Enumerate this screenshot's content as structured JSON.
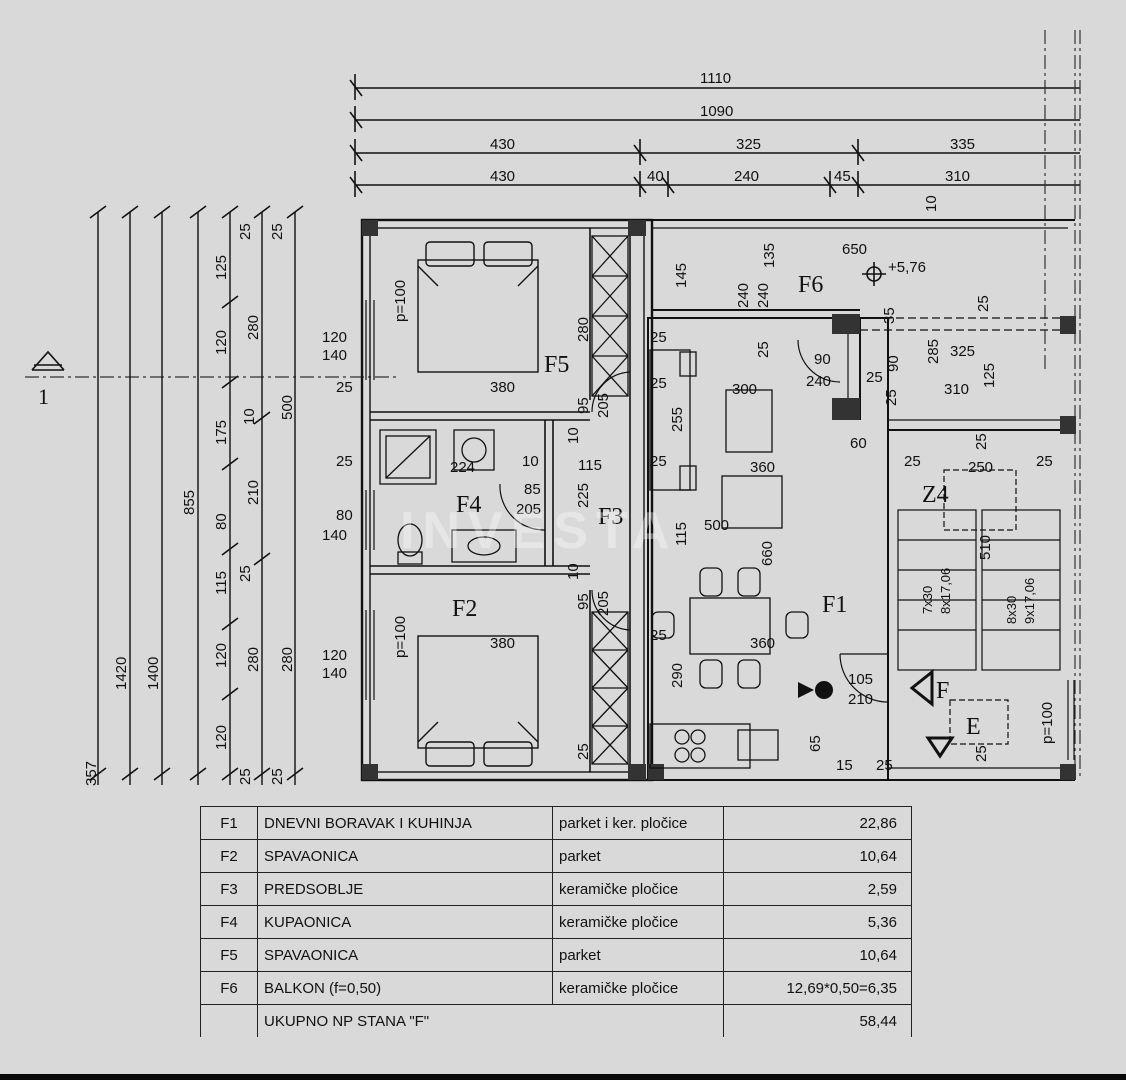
{
  "plan": {
    "rooms": {
      "f1": "F1",
      "f2": "F2",
      "f3": "F3",
      "f4": "F4",
      "f5": "F5",
      "f6": "F6",
      "z4": "Z4",
      "e": "E",
      "f_mark": "F"
    },
    "section_mark": "1",
    "level": "+5,76",
    "dims_top": [
      "1110",
      "1090",
      "430",
      "325",
      "335",
      "430",
      "40",
      "240",
      "45",
      "310"
    ],
    "dims_left": [
      "25",
      "25",
      "125",
      "120",
      "280",
      "500",
      "10",
      "175",
      "210",
      "855",
      "80",
      "25",
      "115",
      "1420",
      "1400",
      "120",
      "280",
      "280",
      "357",
      "120",
      "25",
      "25"
    ],
    "dims_inner": [
      "120",
      "140",
      "25",
      "380",
      "25",
      "80",
      "140",
      "120",
      "140",
      "p=100",
      "p=100",
      "650",
      "145",
      "135",
      "240",
      "240",
      "10",
      "25",
      "380",
      "280",
      "300",
      "255",
      "360",
      "500",
      "660",
      "360",
      "290",
      "225",
      "115",
      "95",
      "205",
      "95",
      "205",
      "85",
      "205",
      "10",
      "10",
      "115",
      "10",
      "224",
      "25",
      "90",
      "240",
      "25",
      "90",
      "35",
      "285",
      "325",
      "310",
      "125",
      "25",
      "25",
      "25",
      "60",
      "25",
      "250",
      "510",
      "25",
      "105",
      "210",
      "25",
      "65",
      "25",
      "25",
      "15",
      "7x30",
      "8x17,06",
      "8x30",
      "9x17,06",
      "p=100",
      "25",
      "25",
      "25"
    ]
  },
  "watermark": "INVESTA",
  "table": {
    "rows": [
      {
        "code": "F1",
        "name": "DNEVNI BORAVAK I KUHINJA",
        "material": "parket i ker. pločice",
        "area": "22,86"
      },
      {
        "code": "F2",
        "name": "SPAVAONICA",
        "material": "parket",
        "area": "10,64"
      },
      {
        "code": "F3",
        "name": "PREDSOBLJE",
        "material": "keramičke pločice",
        "area": "2,59"
      },
      {
        "code": "F4",
        "name": "KUPAONICA",
        "material": "keramičke pločice",
        "area": "5,36"
      },
      {
        "code": "F5",
        "name": "SPAVAONICA",
        "material": "parket",
        "area": "10,64"
      },
      {
        "code": "F6",
        "name": "BALKON (f=0,50)",
        "material": "keramičke pločice",
        "area": "12,69*0,50=6,35"
      }
    ],
    "total": {
      "label": "UKUPNO NP STANA \"F\"",
      "area": "58,44"
    }
  }
}
